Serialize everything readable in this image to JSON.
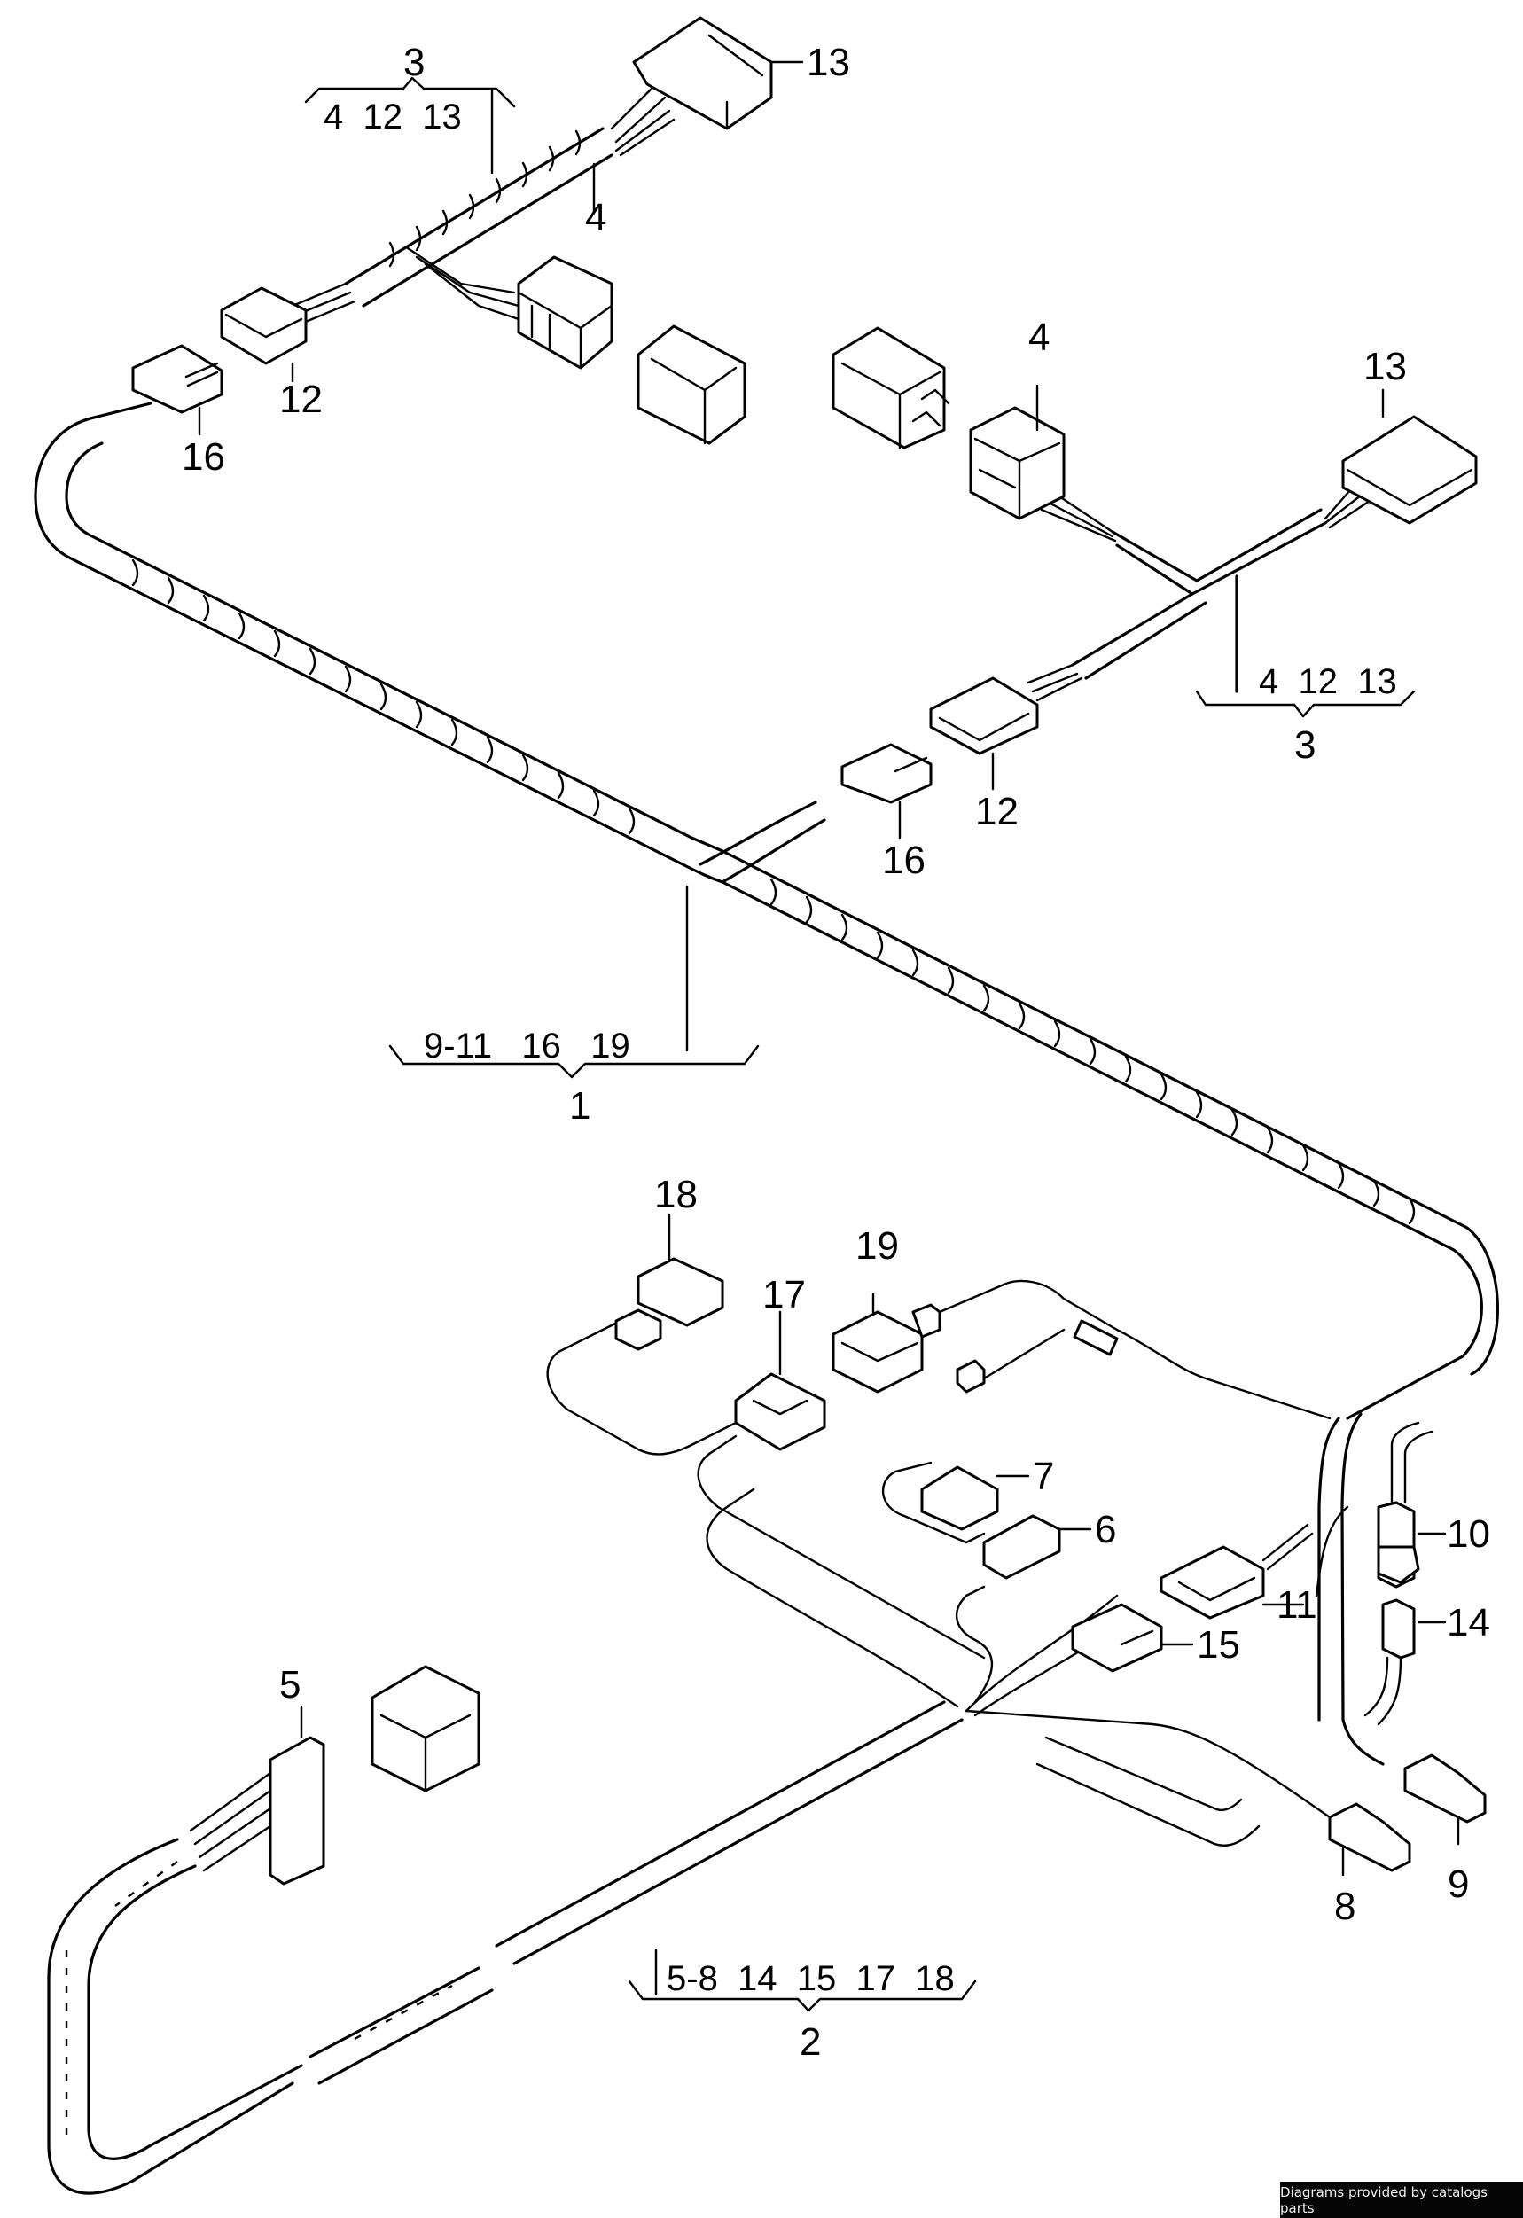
{
  "diagram": {
    "title": "Wiring harness parts diagram",
    "callouts": {
      "c1": "1",
      "c2": "2",
      "c3a": "3",
      "c3b": "3",
      "c4a": "4",
      "c4b": "4",
      "c5": "5",
      "c6": "6",
      "c7": "7",
      "c8": "8",
      "c9": "9",
      "c10": "10",
      "c11": "11",
      "c12a": "12",
      "c12b": "12",
      "c13a": "13",
      "c13b": "13",
      "c14": "14",
      "c15": "15",
      "c16a": "16",
      "c16b": "16",
      "c17": "17",
      "c18": "18",
      "c19": "19"
    },
    "groups": {
      "g1": {
        "parent": "1",
        "members": "9-11   16   19"
      },
      "g2": {
        "parent": "2",
        "members": "5-8  14  15  17  18"
      },
      "g3a": {
        "parent": "3",
        "members": "4  12  13"
      },
      "g3b": {
        "parent": "3",
        "members": "4  12  13"
      }
    }
  },
  "footer": {
    "credit": "Diagrams provided by catalogs parts"
  }
}
